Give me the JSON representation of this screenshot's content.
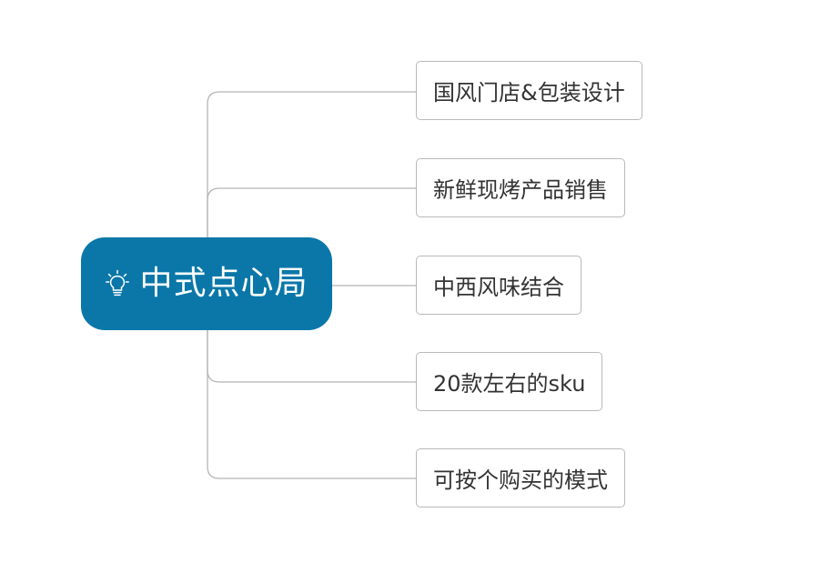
{
  "root": {
    "label": "中式点心局",
    "icon": "lightbulb-icon",
    "background": "#0a77a8",
    "text_color": "#ffffff"
  },
  "branches": [
    {
      "label": "国风门店&包装设计"
    },
    {
      "label": "新鲜现烤产品销售"
    },
    {
      "label": "中西风味结合"
    },
    {
      "label": "20款左右的sku"
    },
    {
      "label": "可按个购买的模式"
    }
  ],
  "colors": {
    "connector": "#b5b5b5",
    "branch_border": "#b9b9b9",
    "branch_text": "#333333"
  }
}
